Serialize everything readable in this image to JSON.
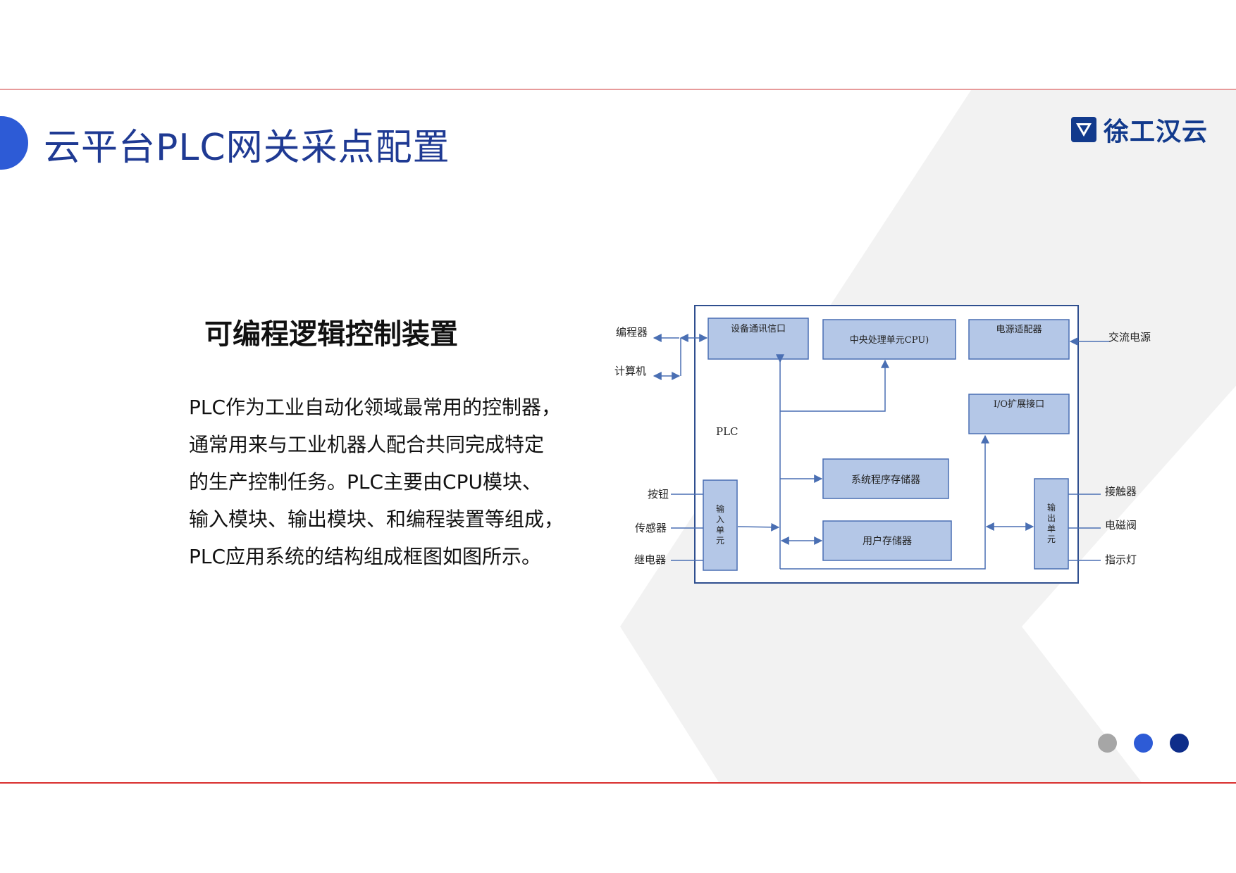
{
  "page": {
    "title": "云平台PLC网关采点配置"
  },
  "logo": {
    "text": "徐工汉云",
    "icon": "xcmg-shield-icon",
    "color": "#123a8c"
  },
  "section": {
    "heading": "可编程逻辑控制装置",
    "body_lines": [
      "PLC作为工业自动化领域最常用的控制器，",
      "通常用来与工业机器人配合共同完成特定",
      "的生产控制任务。PLC主要由CPU模块、",
      "输入模块、输出模块、和编程装置等组成，",
      "PLC应用系统的结构组成框图如图所示。"
    ]
  },
  "diagram": {
    "plc_label": "PLC",
    "blocks": {
      "comm_port": "设备通讯信口",
      "cpu": "中央处理单元CPU)",
      "power_adapter": "电源适配器",
      "io_expansion": "I/O扩展接口",
      "system_memory": "系统程序存储器",
      "user_memory": "用户存储器",
      "input_unit": [
        "输",
        "入",
        "单",
        "元"
      ],
      "output_unit": [
        "输",
        "出",
        "单",
        "元"
      ]
    },
    "external": {
      "programmer": "编程器",
      "computer": "计算机",
      "ac_power": "交流电源",
      "button": "按钮",
      "sensor": "传感器",
      "relay": "继电器",
      "contactor": "接触器",
      "solenoid_valve": "电磁阀",
      "indicator_light": "指示灯"
    },
    "colors": {
      "block_fill": "#b4c7e7",
      "block_stroke": "#4a6fb3",
      "frame_stroke": "#2f4f8f",
      "line": "#4a6fb3"
    }
  },
  "pagination": {
    "dots": [
      "#a6a6a6",
      "#2d5bd6",
      "#0e2d8a"
    ],
    "active_index": 2
  },
  "colors": {
    "accent": "#2d5bd6",
    "title": "#1f3a93",
    "top_rule": "#e79b9b",
    "bottom_rule": "#d9302f"
  }
}
